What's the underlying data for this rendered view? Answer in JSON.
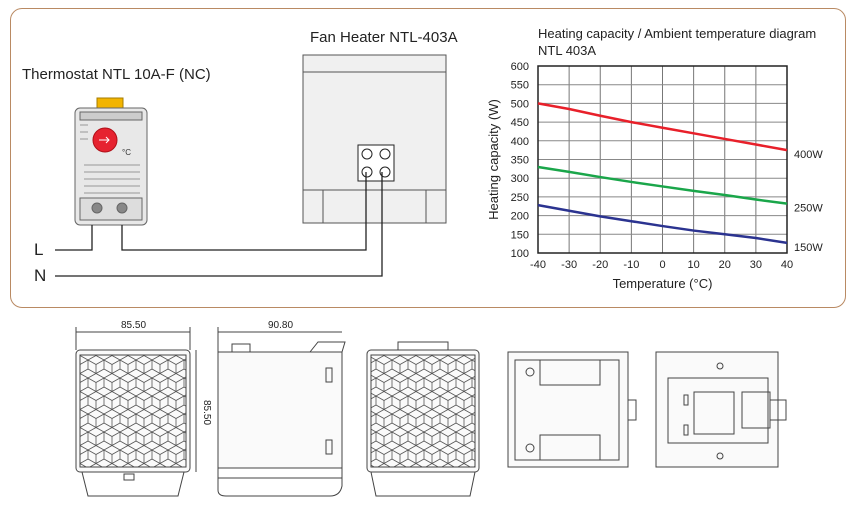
{
  "thermostat": {
    "title": "Thermostat NTL 10A-F (NC)",
    "unit": "°C"
  },
  "heater": {
    "title": "Fan Heater NTL-403A"
  },
  "wiring": {
    "line_label": "L",
    "neutral_label": "N"
  },
  "dimensions": {
    "front_width": "85.50",
    "side_depth": "90.80",
    "front_height": "85.50"
  },
  "colors": {
    "frame": "#b98a63",
    "red": "#e8202a",
    "green": "#1aa64a",
    "blue": "#2b3390",
    "knob": "#e62330",
    "clip": "#f2b400"
  },
  "chart_data": {
    "type": "line",
    "title": "Heating capacity / Ambient temperature diagram",
    "subtitle": "NTL 403A",
    "xlabel": "Temperature (°C)",
    "ylabel": "Heating capacity (W)",
    "xlim": [
      -40,
      40
    ],
    "ylim": [
      100,
      600
    ],
    "grid": true,
    "x": [
      -40,
      -30,
      -20,
      -10,
      0,
      10,
      20,
      30,
      40
    ],
    "xticks": [
      "-40",
      "-30",
      "-20",
      "-10",
      "0",
      "10",
      "20",
      "30",
      "40"
    ],
    "yticks": [
      "100",
      "150",
      "200",
      "250",
      "300",
      "350",
      "400",
      "450",
      "500",
      "550",
      "600"
    ],
    "series": [
      {
        "name": "400W",
        "color": "#e8202a",
        "values": [
          500,
          485,
          467,
          450,
          435,
          420,
          405,
          390,
          375
        ]
      },
      {
        "name": "250W",
        "color": "#1aa64a",
        "values": [
          330,
          317,
          303,
          290,
          278,
          266,
          255,
          243,
          232
        ]
      },
      {
        "name": "150W",
        "color": "#2b3390",
        "values": [
          228,
          213,
          198,
          185,
          172,
          160,
          150,
          140,
          127
        ]
      }
    ]
  }
}
